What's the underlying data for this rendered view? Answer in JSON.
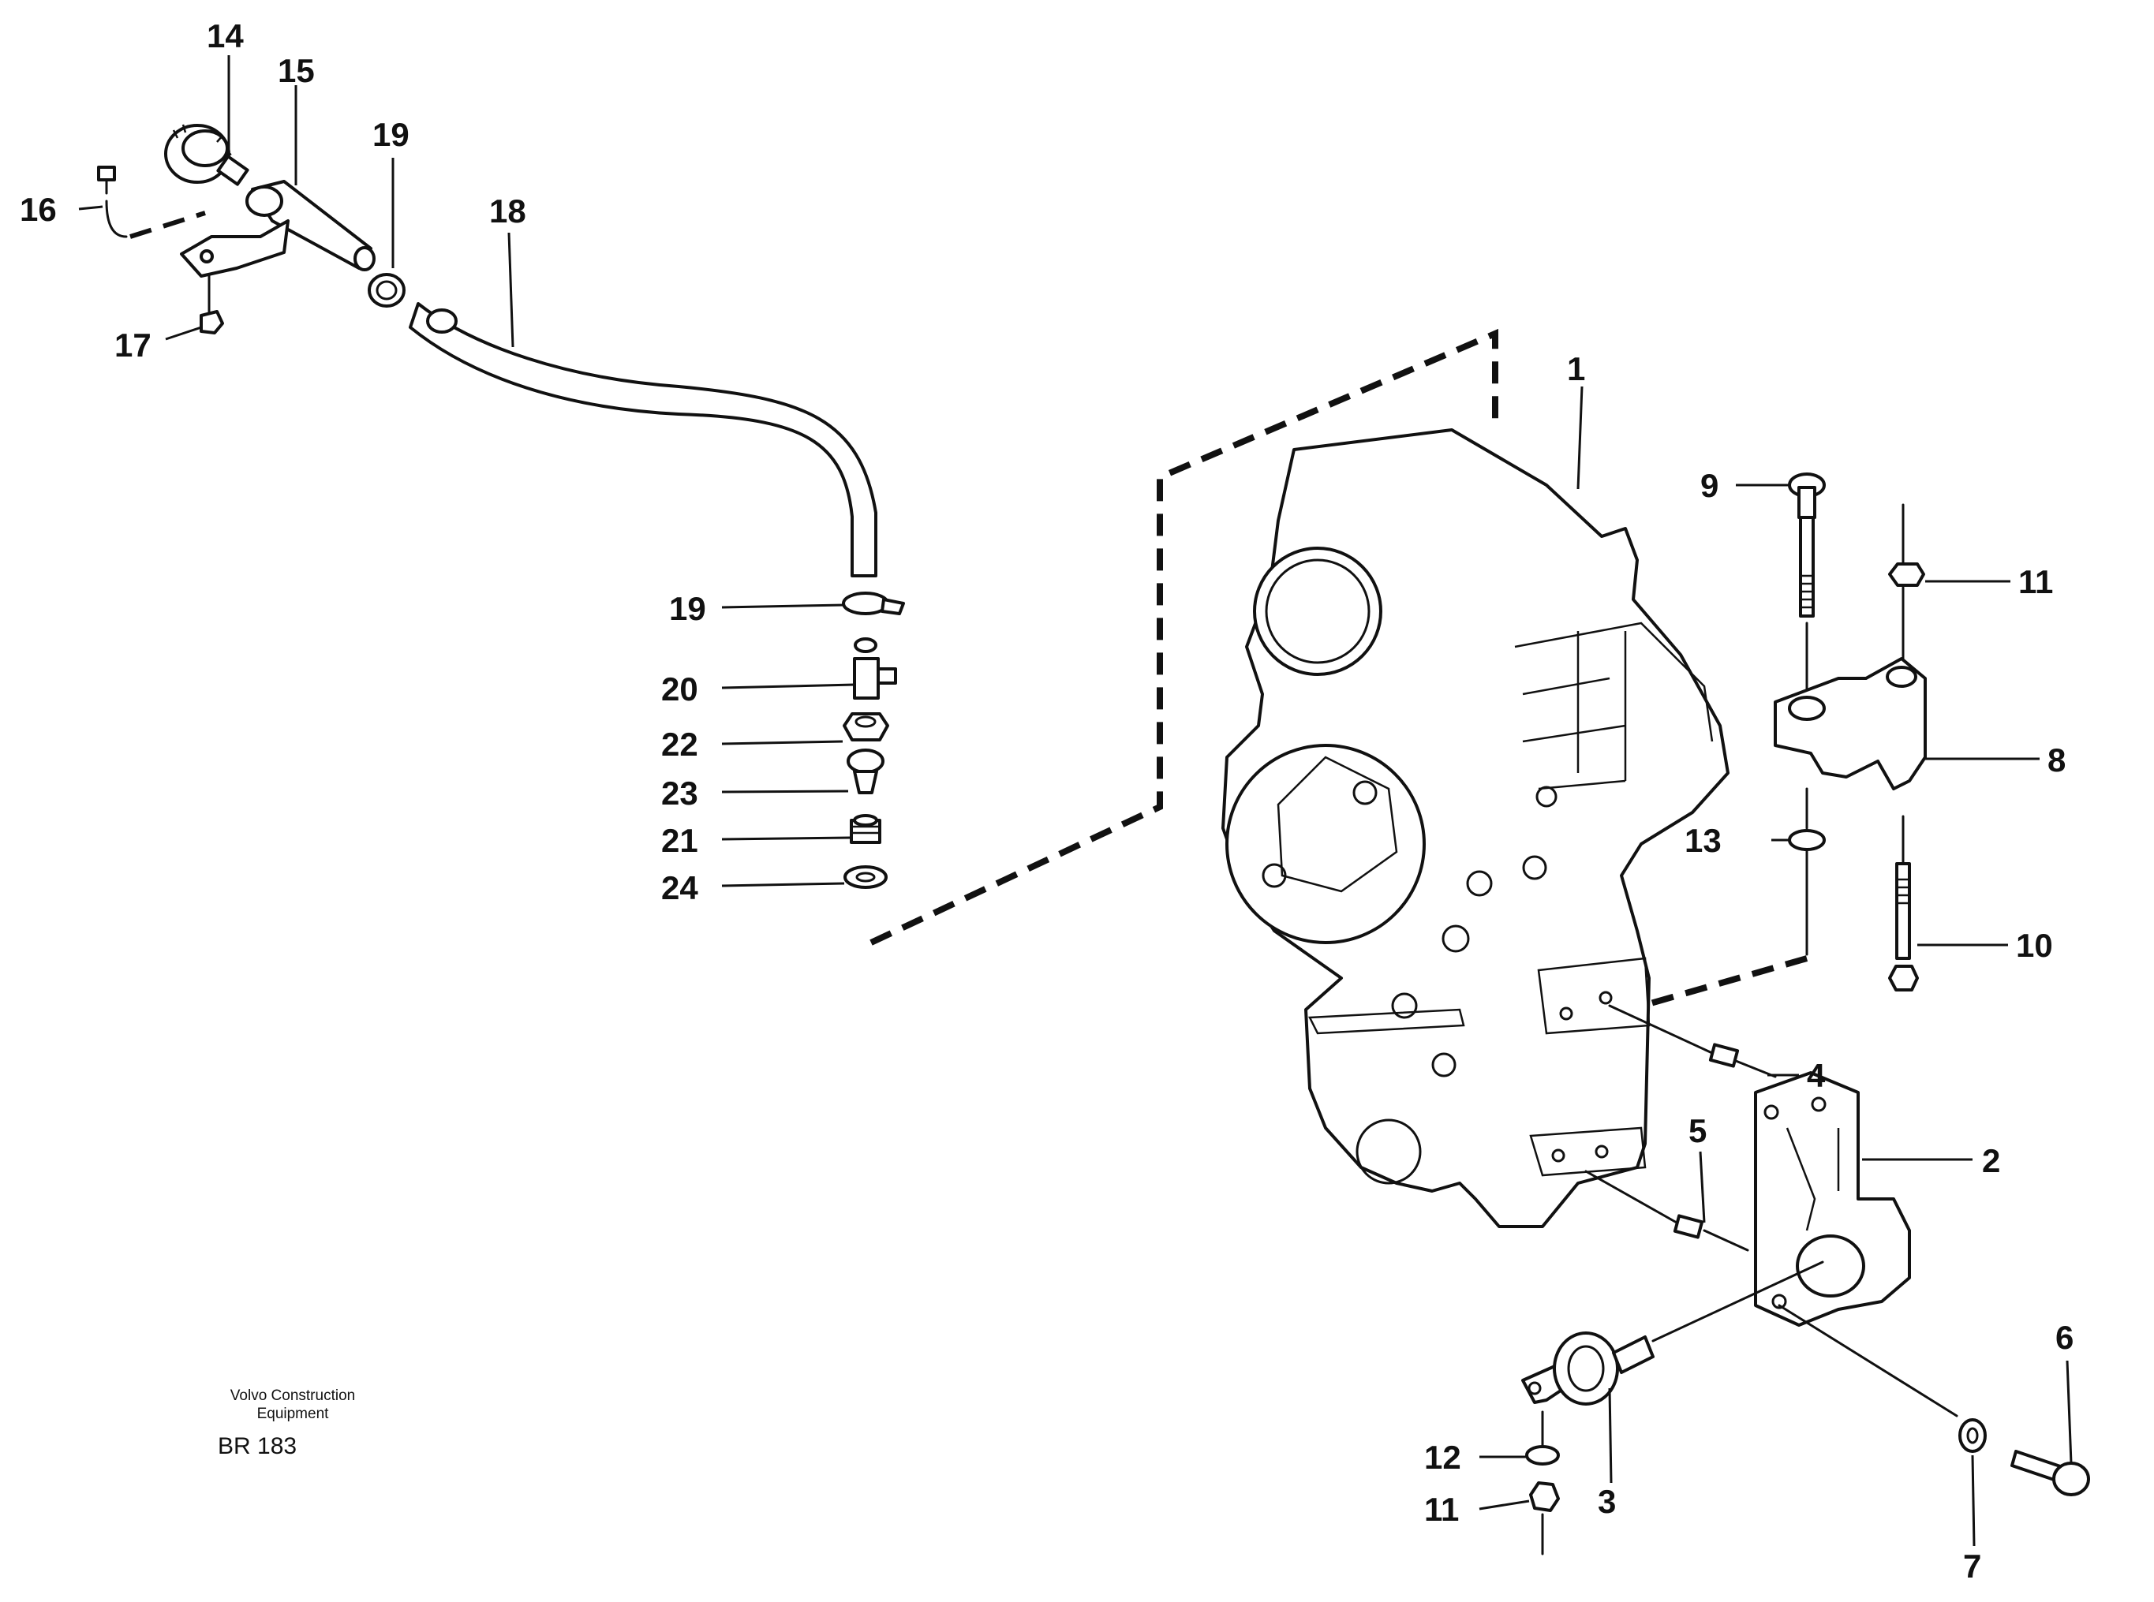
{
  "credit": {
    "company_line1": "Volvo Construction",
    "company_line2": "Equipment",
    "code": "BR 183"
  },
  "callouts": {
    "c1": "1",
    "c2": "2",
    "c3": "3",
    "c4": "4",
    "c5": "5",
    "c6": "6",
    "c7": "7",
    "c8": "8",
    "c9": "9",
    "c10": "10",
    "c11a": "11",
    "c11b": "11",
    "c12": "12",
    "c13": "13",
    "c14": "14",
    "c15": "15",
    "c16": "16",
    "c17": "17",
    "c18": "18",
    "c19a": "19",
    "c19b": "19",
    "c20": "20",
    "c21": "21",
    "c22": "22",
    "c23": "23",
    "c24": "24"
  }
}
